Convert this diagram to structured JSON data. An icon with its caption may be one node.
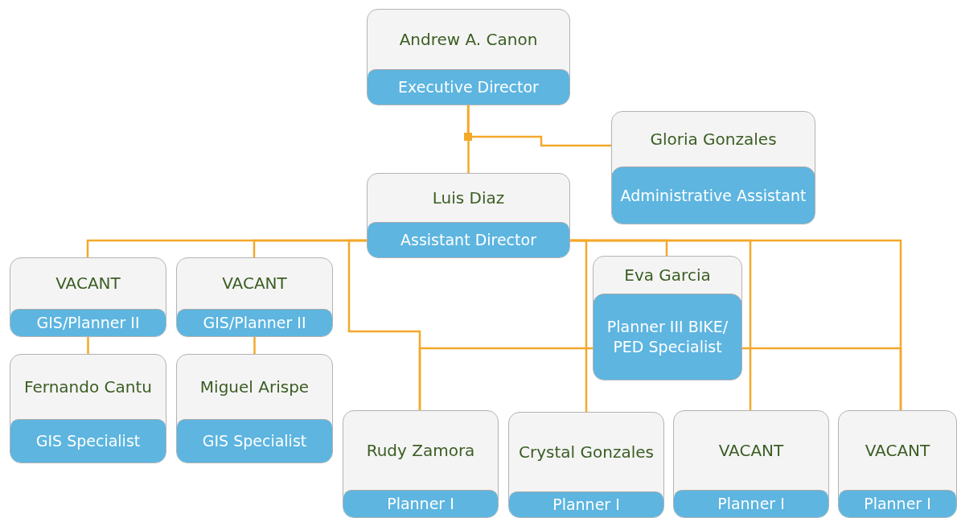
{
  "diagram": {
    "nodes": [
      {
        "text": [
          "Andrew A. Canon",
          "Executive Director"
        ]
      },
      {
        "text": [
          "Gloria Gonzales",
          "Administrative Assistant"
        ]
      },
      {
        "text": [
          "Luis Diaz",
          "Assistant Director"
        ]
      },
      {
        "text": [
          "VACANT",
          "GIS/Planner II"
        ]
      },
      {
        "text": [
          "VACANT",
          "GIS/Planner II"
        ]
      },
      {
        "text": [
          "Eva Garcia",
          "Planner III BIKE/ PED Specialist"
        ]
      },
      {
        "text": [
          "Fernando Cantu",
          "GIS Specialist"
        ]
      },
      {
        "text": [
          "Miguel Arispe",
          "GIS Specialist"
        ]
      },
      {
        "text": [
          "Rudy Zamora",
          "Planner I"
        ]
      },
      {
        "text": [
          "Crystal Gonzales",
          "Planner I"
        ]
      },
      {
        "text": [
          "VACANT",
          "Planner I"
        ]
      },
      {
        "text": [
          "VACANT",
          "Planner I"
        ]
      }
    ],
    "edges": [
      {
        "from": 0,
        "to": 2,
        "arrow": "none"
      },
      {
        "from": 0,
        "to": 1,
        "arrow": "none"
      },
      {
        "from": 2,
        "to": 3,
        "arrow": "none"
      },
      {
        "from": 2,
        "to": 4,
        "arrow": "none"
      },
      {
        "from": 2,
        "to": 8,
        "arrow": "none"
      },
      {
        "from": 2,
        "to": 9,
        "arrow": "none"
      },
      {
        "from": 2,
        "to": 5,
        "arrow": "none"
      },
      {
        "from": 2,
        "to": 10,
        "arrow": "none"
      },
      {
        "from": 2,
        "to": 11,
        "arrow": "none"
      },
      {
        "from": 3,
        "to": 6,
        "arrow": "none"
      },
      {
        "from": 4,
        "to": 7,
        "arrow": "none"
      },
      {
        "from": 5,
        "to": 8,
        "arrow": "none"
      },
      {
        "from": 5,
        "to": 11,
        "arrow": "none"
      }
    ]
  }
}
